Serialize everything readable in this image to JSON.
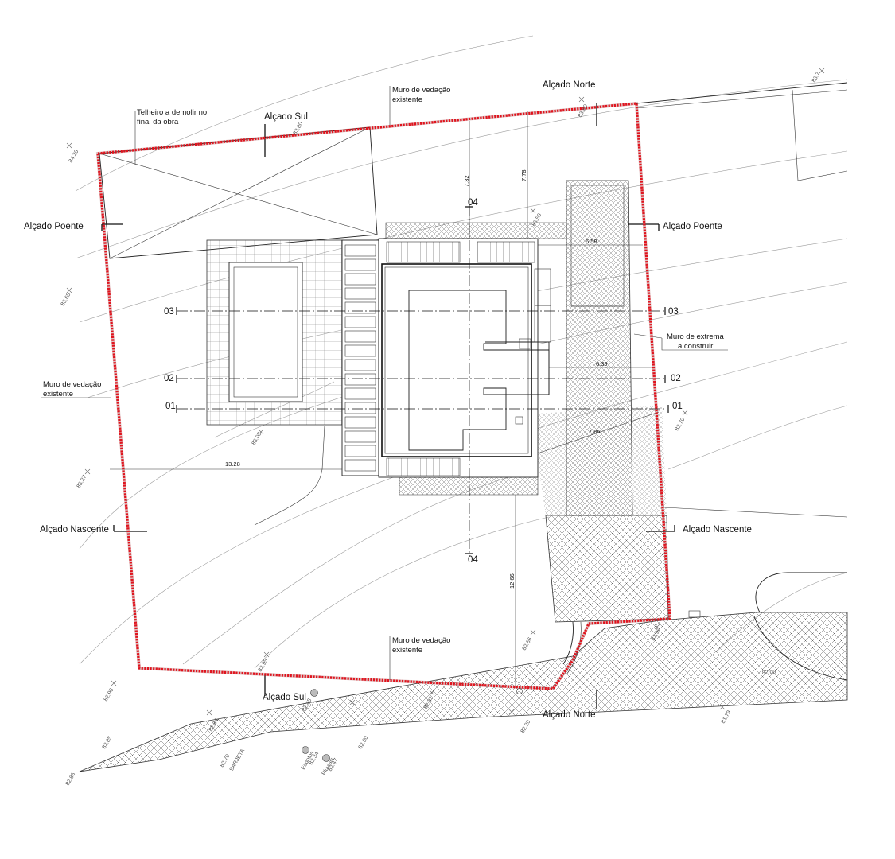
{
  "labels": {
    "alcado_norte_top": "Alçado Norte",
    "alcado_norte_bottom": "Alçado Norte",
    "alcado_sul_top": "Alçado Sul",
    "alcado_sul_bottom": "Alçado Sul",
    "alcado_poente_left": "Alçado Poente",
    "alcado_poente_right": "Alçado Poente",
    "alcado_nascente_left": "Alçado Nascente",
    "alcado_nascente_right": "Alçado Nascente",
    "telheiro_line1": "Telheiro a demolir no",
    "telheiro_line2": "final da obra",
    "muro_top_line1": "Muro de vedação",
    "muro_top_line2": "existente",
    "muro_left_line1": "Muro de vedação",
    "muro_left_line2": "existente",
    "muro_bottom_line1": "Muro de vedação",
    "muro_bottom_line2": "existente",
    "muro_extrema_line1": "Muro de extrema",
    "muro_extrema_line2": "a construir"
  },
  "sections": {
    "s01_left": "01",
    "s01_right": "01",
    "s02_left": "02",
    "s02_right": "02",
    "s03_left": "03",
    "s03_right": "03",
    "s04_top": "04",
    "s04_bottom": "04"
  },
  "dimensions": {
    "d732": "7.32",
    "d778": "7.78",
    "d658": "6.58",
    "d639": "6.39",
    "d786": "7.86",
    "d1328": "13.28",
    "d1266": "12.66"
  },
  "spot_levels": {
    "s1": "84.20",
    "s2": "83.80",
    "s3": "83.60",
    "s4": "83.68",
    "s5": "83.27",
    "s6": "83.08",
    "s7": "82.96",
    "s8": "82.70",
    "s9": "83.50",
    "s10": "82.66",
    "s11": "82.90",
    "s12": "82.86",
    "s13": "82.95",
    "s14": "82.85",
    "s15": "82.84",
    "s16": "82.70",
    "s17": "82.50",
    "s18": "82.37",
    "s19": "82.20",
    "s20": "82.00",
    "s21": "81.79",
    "s22": "83.7"
  },
  "small_notes": {
    "sarjeta": "SARJETA",
    "esgotos": "Esgotos",
    "pluviais": "Pluviais",
    "esgotos_level": "82.34",
    "pluviais_level": "82.47",
    "misc_level": "82.48"
  },
  "colors": {
    "property_border": "#e0141e",
    "lines": "#222222",
    "contours": "#9a9a9a"
  }
}
